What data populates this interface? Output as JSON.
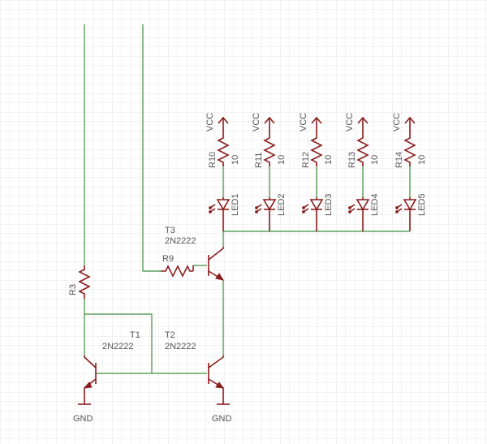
{
  "colors": {
    "grid": "#dcdcdc",
    "wire": "#3f8f3f",
    "part": "#8a1d1d",
    "text": "#555555"
  },
  "labels": {
    "vcc": "VCC",
    "gnd": "GND",
    "r9": "R9",
    "r3": "R3",
    "t1_name": "T1",
    "t1_value": "2N2222",
    "t2_name": "T2",
    "t2_value": "2N2222",
    "t3_name": "T3",
    "t3_value": "2N2222"
  },
  "led_columns": [
    {
      "resistor": "R10",
      "value": "10",
      "led": "LED1"
    },
    {
      "resistor": "R11",
      "value": "10",
      "led": "LED2"
    },
    {
      "resistor": "R12",
      "value": "10",
      "led": "LED3"
    },
    {
      "resistor": "R13",
      "value": "10",
      "led": "LED4"
    },
    {
      "resistor": "R14",
      "value": "10",
      "led": "LED5"
    }
  ]
}
